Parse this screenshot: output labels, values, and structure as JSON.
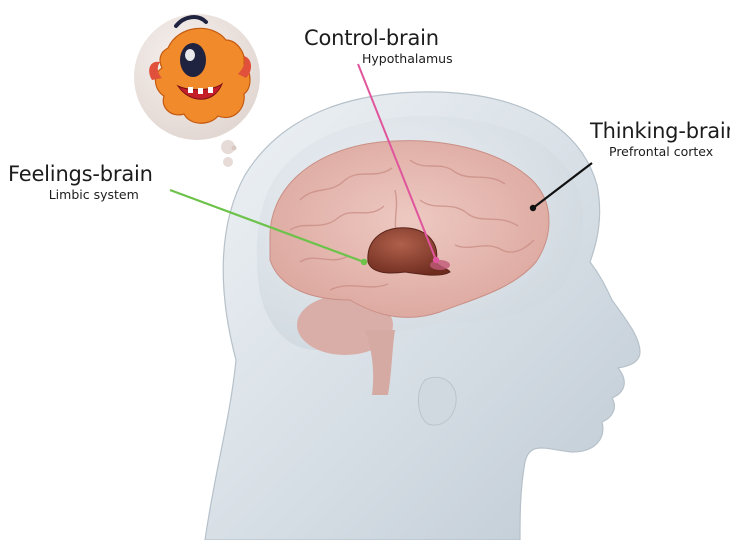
{
  "labels": {
    "feelings": {
      "title": "Feelings-brain",
      "subtitle": "Limbic system",
      "color": "#6cc24a"
    },
    "control": {
      "title": "Control-brain",
      "subtitle": "Hypothalamus",
      "color": "#e0559c"
    },
    "thinking": {
      "title": "Thinking-brain",
      "subtitle": "Prefrontal cortex",
      "color": "#111111"
    }
  },
  "colors": {
    "head": "#dfe6ec",
    "brain": "#e9bcb5",
    "limbic": "#8a3f2e",
    "monster": "#f08a2a"
  },
  "icons": {
    "thought_bubble": "monster-thought-bubble-icon"
  }
}
